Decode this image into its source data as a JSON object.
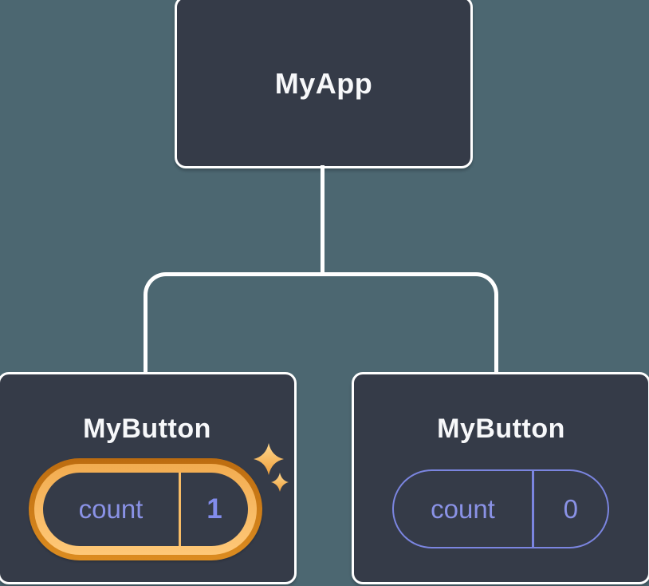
{
  "diagram": {
    "root": {
      "label": "MyApp"
    },
    "children": [
      {
        "label": "MyButton",
        "state": {
          "key": "count",
          "value": "1"
        },
        "highlighted": true
      },
      {
        "label": "MyButton",
        "state": {
          "key": "count",
          "value": "0"
        },
        "highlighted": false
      }
    ]
  },
  "icons": {
    "state_updated": "sparkles-icon"
  },
  "colors": {
    "background": "#4C6771",
    "node_fill": "#353B48",
    "node_border": "#FFFFFF",
    "connector": "#FFFFFF",
    "label_text": "#F7F8FA",
    "state_text": "#8A92E6",
    "state_outline": "#7B85E0",
    "highlight_ring_dark": "#C9781A",
    "highlight_ring_light": "#F8BC66",
    "sparkle": "#F8BB66"
  }
}
